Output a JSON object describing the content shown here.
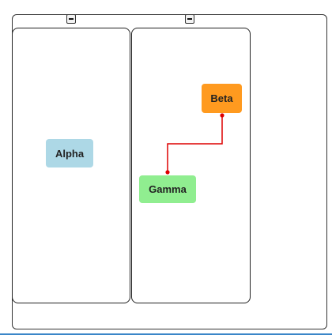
{
  "nodes": {
    "alpha": {
      "label": "Alpha",
      "color": "#add8e6"
    },
    "beta": {
      "label": "Beta",
      "color": "#ff9a1f"
    },
    "gamma": {
      "label": "Gamma",
      "color": "#90ee90"
    }
  },
  "edges": [
    {
      "from": "beta",
      "to": "gamma",
      "color": "#dd0000"
    }
  ],
  "colors": {
    "edge": "#dd0000",
    "border": "#222222",
    "accent_bar": "#3a86c8"
  }
}
